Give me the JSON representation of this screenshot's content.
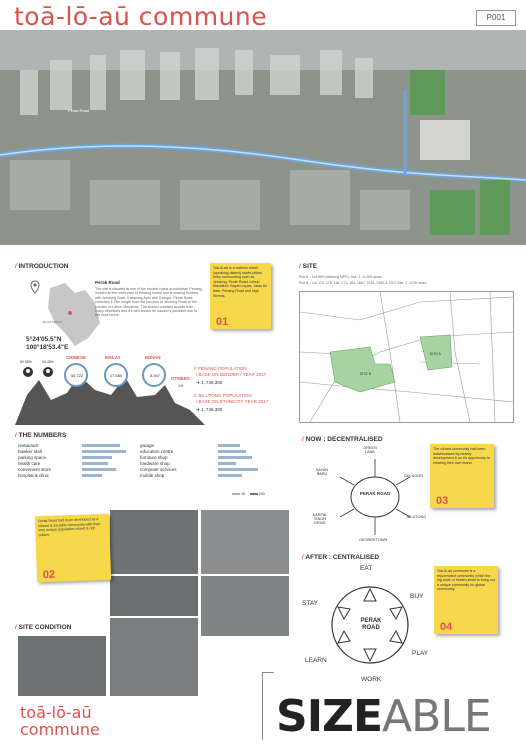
{
  "header": {
    "title": "toā-lō-aū commune",
    "code": "P001"
  },
  "aerial": {
    "road_label": "Perak Road"
  },
  "introduction": {
    "heading": "INTRODUCTION",
    "place_label": "Perak Road",
    "place_text": "The site is situated at one of the busiest roads at suburban Penang, located at the north-east of Penang Island and is sharing borders with Jelutong Town, Kampung Ayer and Gelugor. Perak Road stretches 1.7km length from the junction of Jelutong Road to the junction of Lebuh Macallum. The stretch contains access from many directions and it's well known for hawker's paradise due to the food lovers.",
    "map_label": "JALAN PERAK",
    "coords_n": "5°24'05.5\"N",
    "coords_e": "100°18'53.4\"E",
    "note_text": "Toā-lō-aū is a hokkien street (speaking dialect) made-pillars entry surrounding such as Jelutong, Perak Road, Lebuh Macallum, Bayan Lepas, Jalan Air Itam, Penang Road and high Streets.",
    "note_num": "01",
    "gender_pcts": [
      "50.55%",
      "49.45%"
    ],
    "ethnic": [
      {
        "label": "CHINESE",
        "value": "50,722"
      },
      {
        "label": "MALAY",
        "value": "17,580"
      },
      {
        "label": "INDIAN",
        "value": "8,547"
      },
      {
        "label": "OTHERS",
        "value": "1%"
      }
    ],
    "pop1_a": "// PENANG POPULATION",
    "pop1_b": "/ BASE ON GENDER / YEAR 2017",
    "pop1_val": "1, 746,300",
    "pop2_a": "// JELUTONG POPULATION",
    "pop2_b": "/ BASE ON ETHNICITY YEAR 2017",
    "pop2_val": "1, 746,300"
  },
  "site": {
    "heading": "SITE",
    "plot_a": "Plot A – Lot 969 (Jelutong MPP), Sek. 1 : 6.260 acres",
    "plot_b": "Plot B – Lot 172, 175, 166, 171, 184, 1667, 2153, 2160 & 2707 Sek. 2 : 6.29 acres",
    "site_a": "SITE A",
    "site_b": "SITE B"
  },
  "numbers": {
    "heading": "THE NUMBERS",
    "left": [
      "restaurant",
      "hawker stall",
      "parking space",
      "health care",
      "convenient store",
      "hospital & clinic"
    ],
    "right": [
      "garage",
      "education centre",
      "furniture shop",
      "hardware shop",
      "computer services",
      "mobile shop"
    ],
    "legend": [
      "15",
      "200"
    ]
  },
  "decentralised": {
    "heading": "NOW : DECENTRALISED",
    "center": "PERAK ROAD",
    "nodes": [
      "GREEN LANE",
      "SAYAN BARU",
      "GELUGOR",
      "KARPAL SINGH DRIVE",
      "JELUTONG",
      "GEORGETOWN"
    ],
    "note_text": "The vibrant community had been individualised by nearby development & so it's opportunity to creating their own brand.",
    "note_num": "03"
  },
  "photos_note": {
    "text": "Perak Road had been developed as a vibrant & sociable community with their very unique population mixed & rich culture.",
    "num": "02"
  },
  "site_condition": {
    "heading": "SITE CONDITION"
  },
  "centralised": {
    "heading": "AFTER : CENTRALISED",
    "center": "PERAK ROAD",
    "nodes": [
      "EAT",
      "BUY",
      "PLAY",
      "WORK",
      "LEARN",
      "STAY"
    ],
    "note_text": "Toā-lō-aū commune is a rejuvenated community which the big node of hidden jewel to bring out a unique community for global community.",
    "note_num": "04"
  },
  "footer": {
    "title_a": "toā-lō-aū",
    "title_b": "commune",
    "brand_a": "SIZE",
    "brand_b": "ABLE"
  }
}
